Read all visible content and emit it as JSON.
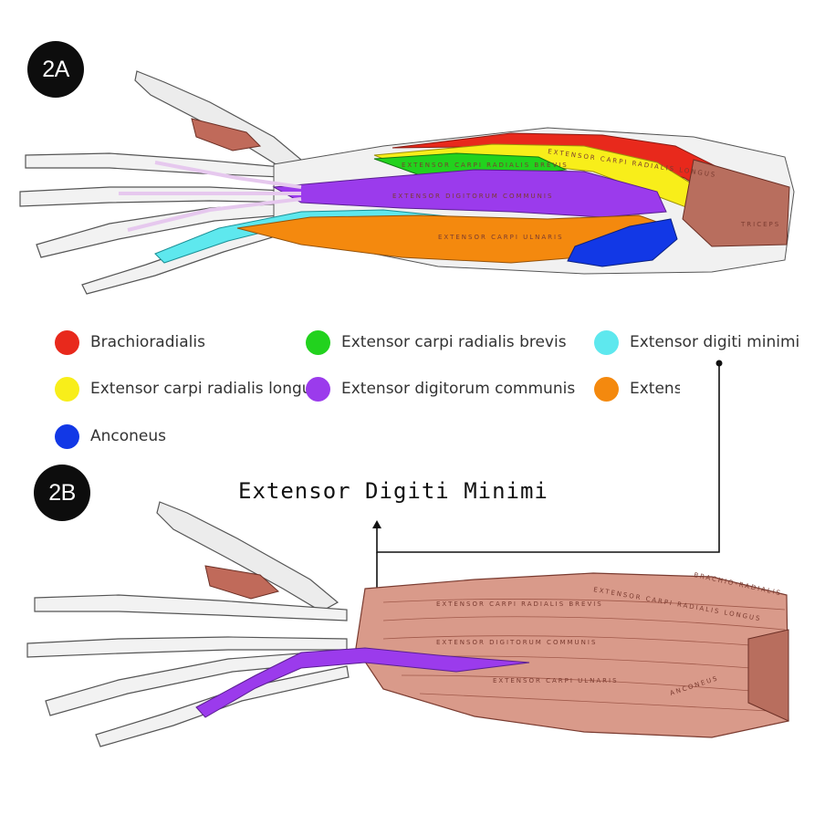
{
  "panels": {
    "a": {
      "label": "2A"
    },
    "b": {
      "label": "2B"
    }
  },
  "legend": [
    {
      "label": "Brachioradialis",
      "color": "#e8291c"
    },
    {
      "label": "Extensor carpi radialis brevis",
      "color": "#22d21e"
    },
    {
      "label": "Extensor digiti minimi",
      "color": "#5ee8ee"
    },
    {
      "label": "Extensor carpi radialis longus",
      "color": "#f8ee1a"
    },
    {
      "label": "Extensor digitorum communis",
      "color": "#9b3bec"
    },
    {
      "label": "Extensor carpi ulnaris",
      "color": "#f4890e"
    },
    {
      "label": "Anconeus",
      "color": "#1238e6"
    }
  ],
  "callout": {
    "title": "Extensor Digiti Minimi"
  },
  "arm_a_labels": {
    "brevis": "EXTENSOR CARPI RADIALIS BREVIS",
    "longus": "EXTENSOR CARPI RADIALIS LONGUS",
    "communis": "EXTENSOR DIGITORUM COMMUNIS",
    "ulnaris": "EXTENSOR CARPI ULNARIS",
    "triceps": "TRICEPS"
  },
  "arm_b_labels": {
    "brevis": "EXTENSOR CARPI RADIALIS BREVIS",
    "longus": "EXTENSOR CARPI RADIALIS LONGUS",
    "brachio": "BRACHIO-RADIALIS",
    "communis": "EXTENSOR DIGITORUM COMMUNIS",
    "ulnaris": "EXTENSOR CARPI ULNARIS",
    "anconeus": "ANCONEUS"
  },
  "colors": {
    "muscle": "#d99a8a",
    "muscle_dark": "#b86e5e",
    "tendon": "#eeeeee",
    "highlight_tendon": "#e6c8ee"
  }
}
